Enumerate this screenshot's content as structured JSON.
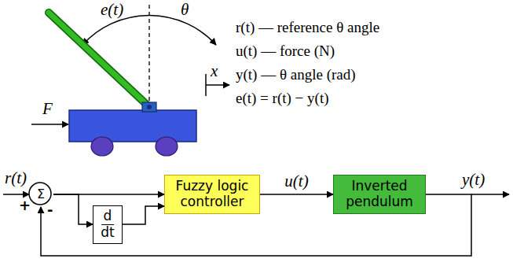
{
  "diagram": {
    "nodes": [
      {
        "text": [
          "Σ"
        ]
      },
      {
        "text": [
          "d",
          "dt"
        ]
      },
      {
        "text": [
          "Fuzzy logic controller"
        ]
      },
      {
        "text": [
          "Inverted pendulum"
        ]
      }
    ],
    "edges": [
      {
        "from": 0,
        "to": 2,
        "arrow": "to"
      },
      {
        "from": 0,
        "to": 1,
        "arrow": "to"
      },
      {
        "from": 1,
        "to": 2,
        "arrow": "to"
      },
      {
        "from": 2,
        "to": 3,
        "label": "u(t)",
        "arrow": "to"
      },
      {
        "from": 3,
        "to": 0,
        "arrow": "to"
      }
    ],
    "labels": [
      "e(t)",
      "θ",
      "x",
      "F",
      "r(t) — reference θ angle",
      "u(t) — force (N)",
      "y(t) — θ angle (rad)",
      "e(t) = r(t) − y(t)",
      "r(t)",
      "+",
      "-",
      "y(t)"
    ]
  }
}
